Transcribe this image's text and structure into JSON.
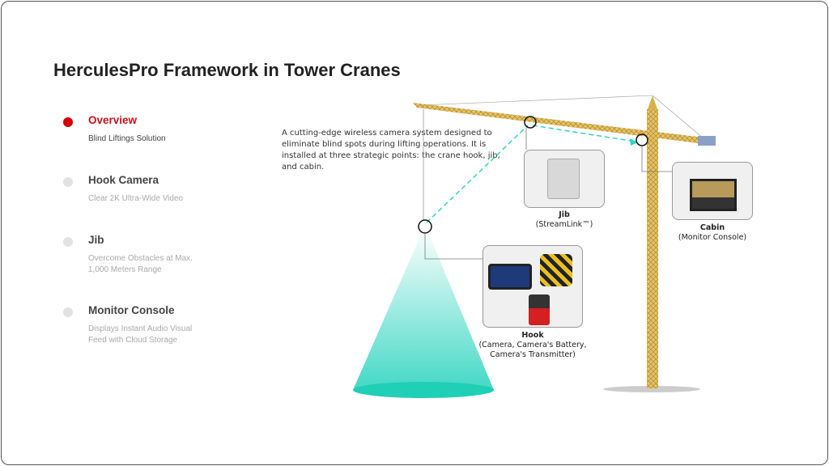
{
  "title": "HerculesPro Framework in Tower Cranes",
  "nav": [
    {
      "label": "Overview",
      "sub": "Blind Liftings Solution",
      "active": true
    },
    {
      "label": "Hook Camera",
      "sub": "Clear 2K Ultra-Wide Video"
    },
    {
      "label": "Jib",
      "sub": "Overcome Obstacles at Max. 1,000 Meters Range"
    },
    {
      "label": "Monitor Console",
      "sub": "Displays Instant Audio Visual Feed with Cloud Storage"
    }
  ],
  "description": "A cutting-edge wireless camera system designed to eliminate blind spots during lifting operations. It is installed at three strategic points: the crane hook, jib, and cabin.",
  "components": {
    "jib": {
      "name": "Jib",
      "detail": "(StreamLink™)"
    },
    "cabin": {
      "name": "Cabin",
      "detail": "(Monitor Console)"
    },
    "hook": {
      "name": "Hook",
      "detail": "(Camera, Camera's Battery, Camera's Transmitter)"
    }
  },
  "colors": {
    "accent": "#d40000",
    "beam": "#2fd4bf",
    "crane": "#d9b04a"
  }
}
